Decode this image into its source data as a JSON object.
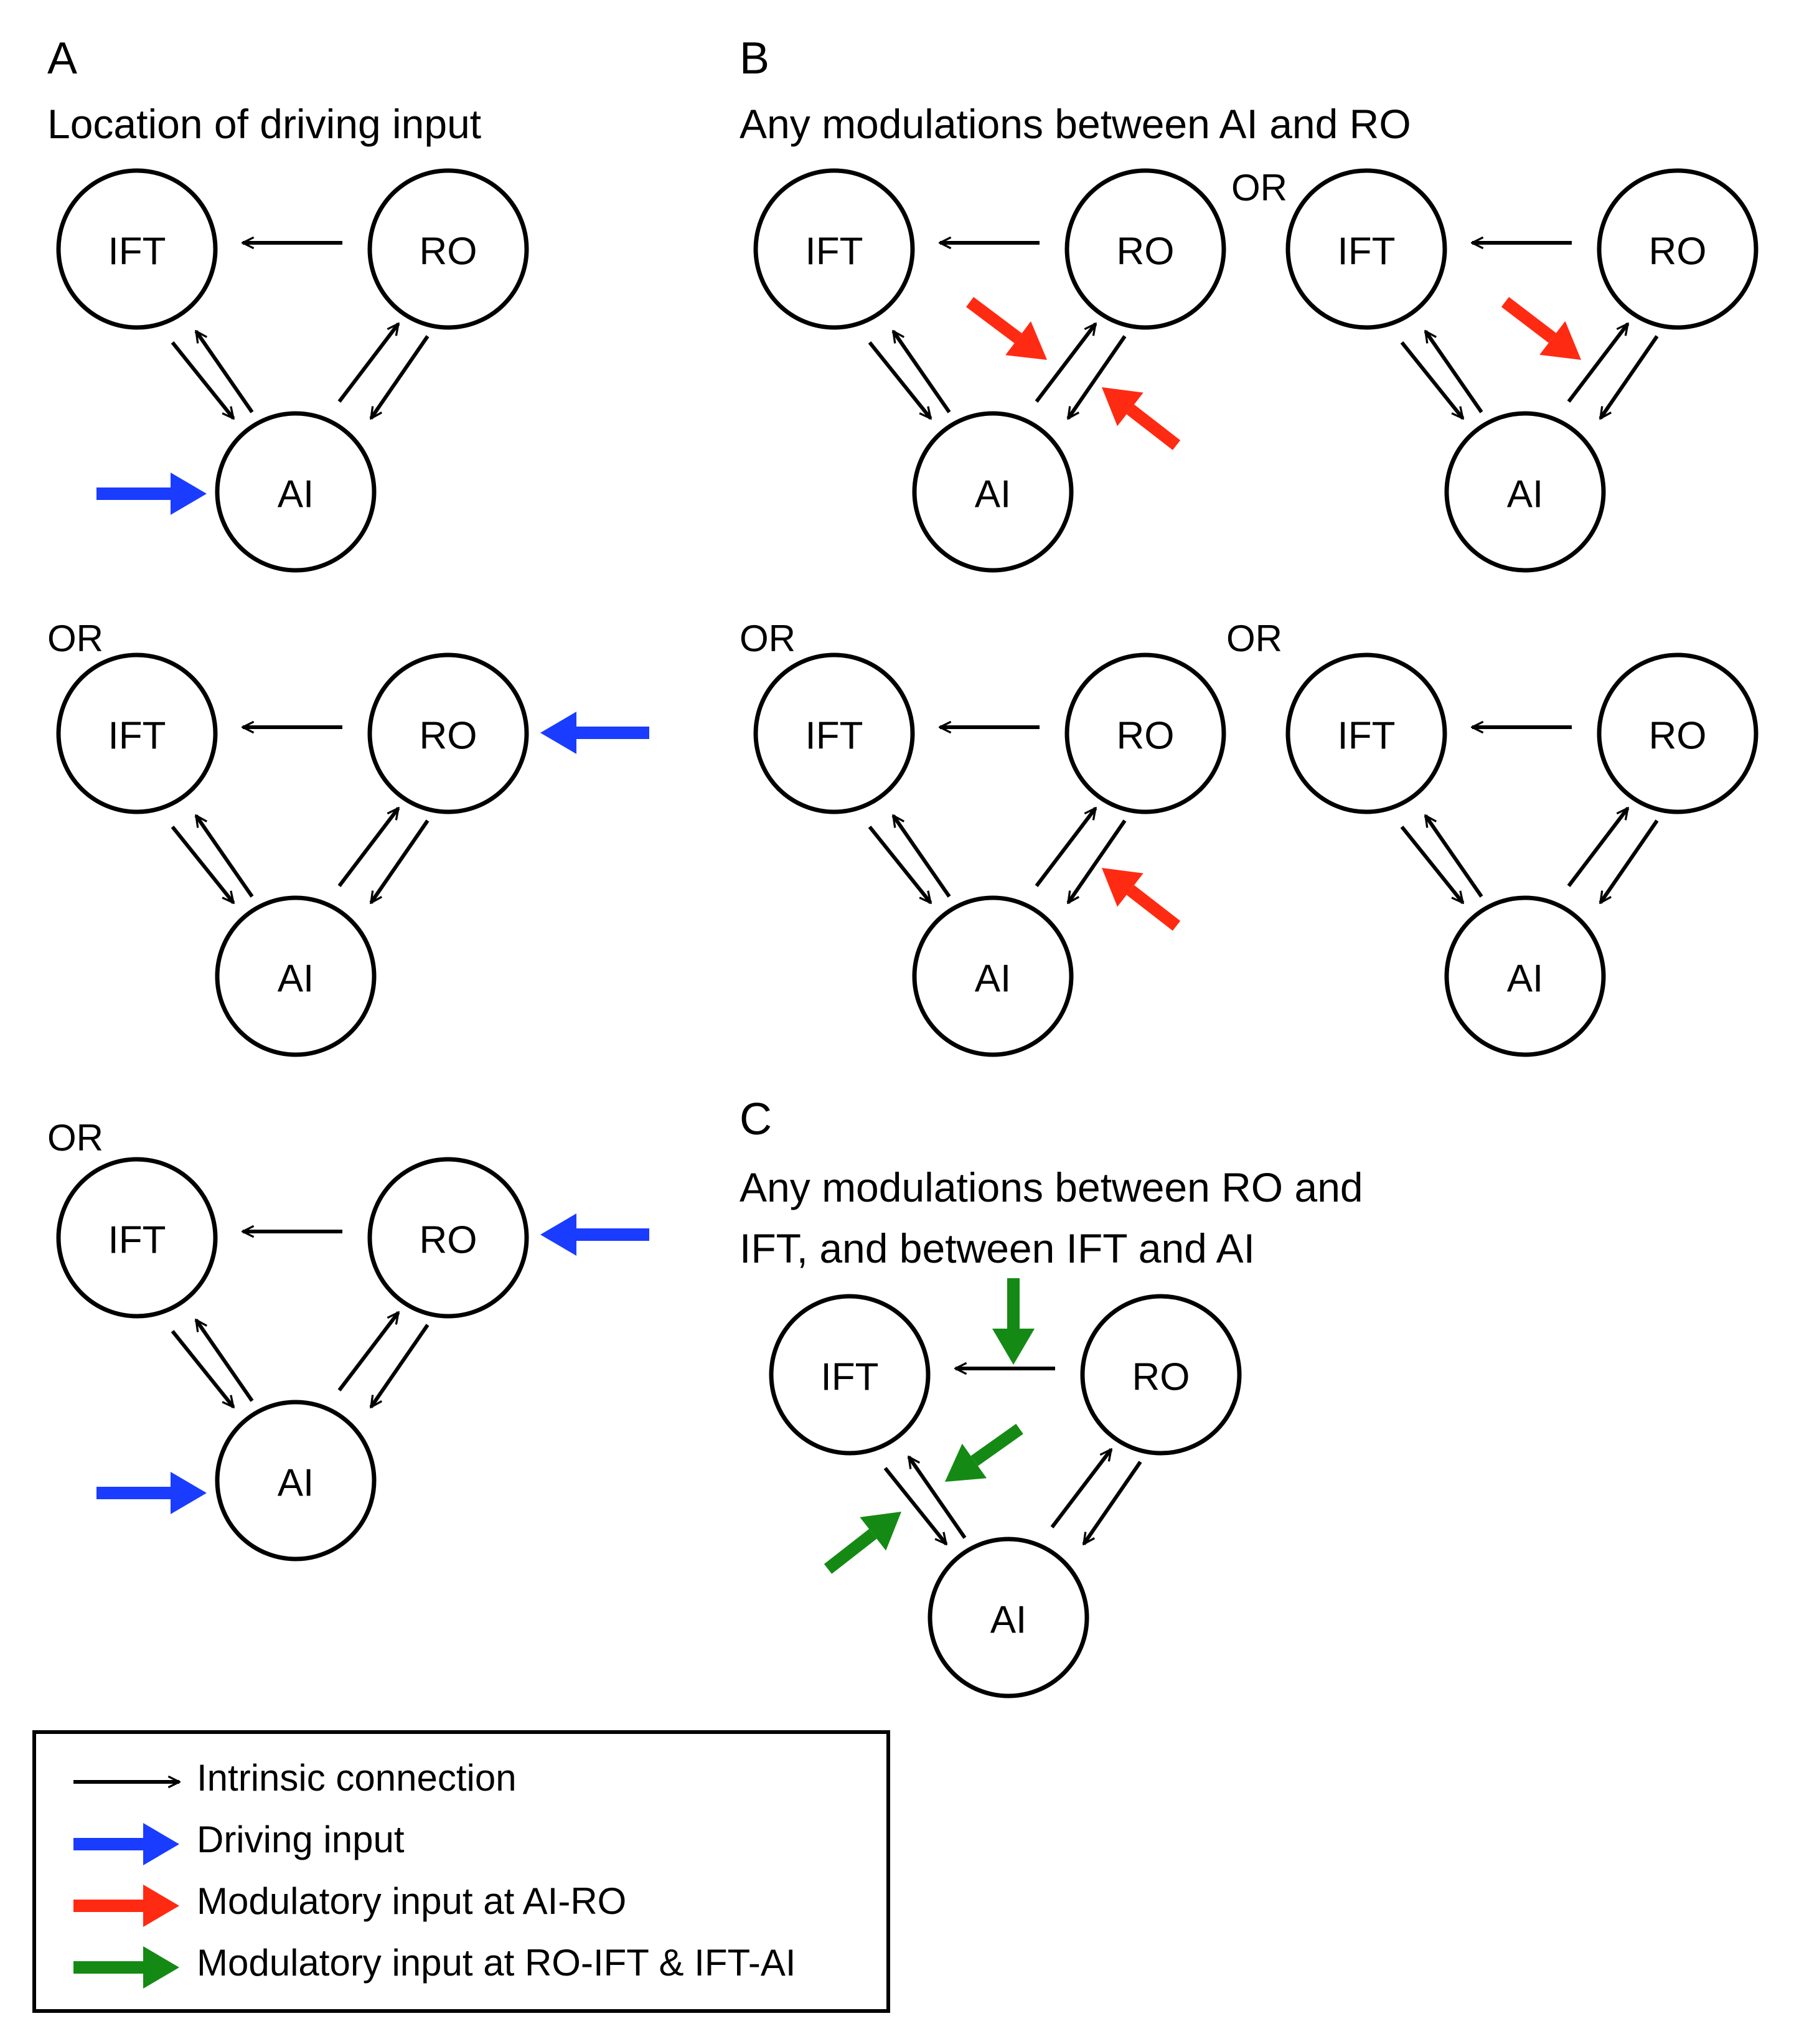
{
  "panels": {
    "A": {
      "letter": "A",
      "title": "Location of driving input"
    },
    "B": {
      "letter": "B",
      "title": "Any modulations between AI and RO"
    },
    "C": {
      "letter": "C",
      "title_lines": [
        "Any modulations between RO and",
        "IFT, and between IFT and AI"
      ]
    }
  },
  "or_label": "OR",
  "nodes": {
    "ift": "IFT",
    "ro": "RO",
    "ai": "AI"
  },
  "legend": {
    "items": [
      {
        "key": "intrinsic",
        "label": "Intrinsic connection",
        "color": "#000000"
      },
      {
        "key": "driving",
        "label": "Driving input",
        "color": "#1a3cff"
      },
      {
        "key": "mod_ai_ro",
        "label": "Modulatory input at AI-RO",
        "color": "#ff2a12"
      },
      {
        "key": "mod_ro_ift",
        "label": "Modulatory input at RO-IFT & IFT-AI",
        "color": "#148a14"
      }
    ]
  }
}
